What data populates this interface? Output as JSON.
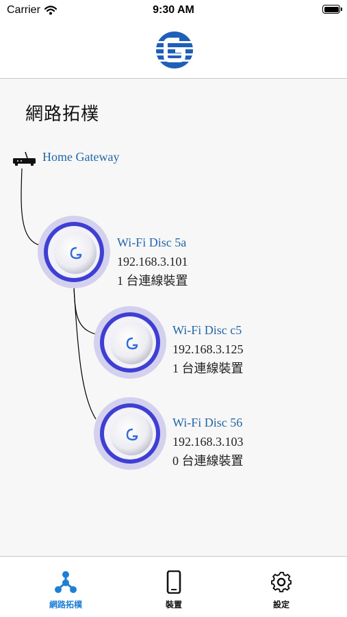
{
  "status_bar": {
    "carrier": "Carrier",
    "time": "9:30 AM"
  },
  "page": {
    "title": "網路拓樸"
  },
  "gateway": {
    "name": "Home Gateway"
  },
  "discs": [
    {
      "name": "Wi-Fi Disc 5a",
      "ip": "192.168.3.101",
      "devices": "1 台連線裝置"
    },
    {
      "name": "Wi-Fi Disc c5",
      "ip": "192.168.3.125",
      "devices": "1 台連線裝置"
    },
    {
      "name": "Wi-Fi Disc 56",
      "ip": "192.168.3.103",
      "devices": "0 台連線裝置"
    }
  ],
  "tabs": [
    {
      "label": "網路拓樸",
      "icon": "network-topology-icon",
      "active": true
    },
    {
      "label": "裝置",
      "icon": "phone-device-icon",
      "active": false
    },
    {
      "label": "設定",
      "icon": "gear-icon",
      "active": false
    }
  ],
  "colors": {
    "accent": "#2266a8",
    "active_tab": "#1e7fd6",
    "disc_ring": "#5555dd"
  }
}
